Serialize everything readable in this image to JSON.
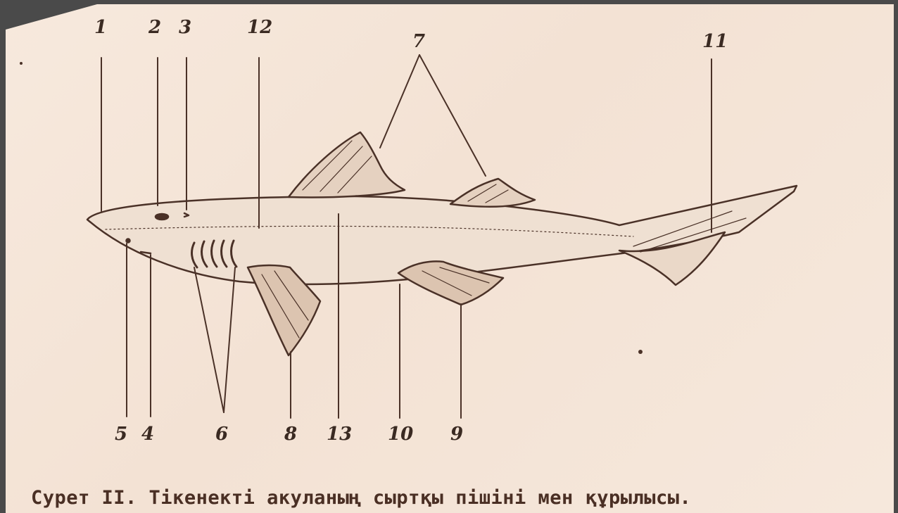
{
  "figure": {
    "labels": [
      "1",
      "2",
      "3",
      "12",
      "7",
      "11",
      "5",
      "4",
      "6",
      "8",
      "13",
      "10",
      "9"
    ],
    "caption": "Сурет II. Тікенекті акуланың сыртқы пішіні мен құрылысы."
  }
}
